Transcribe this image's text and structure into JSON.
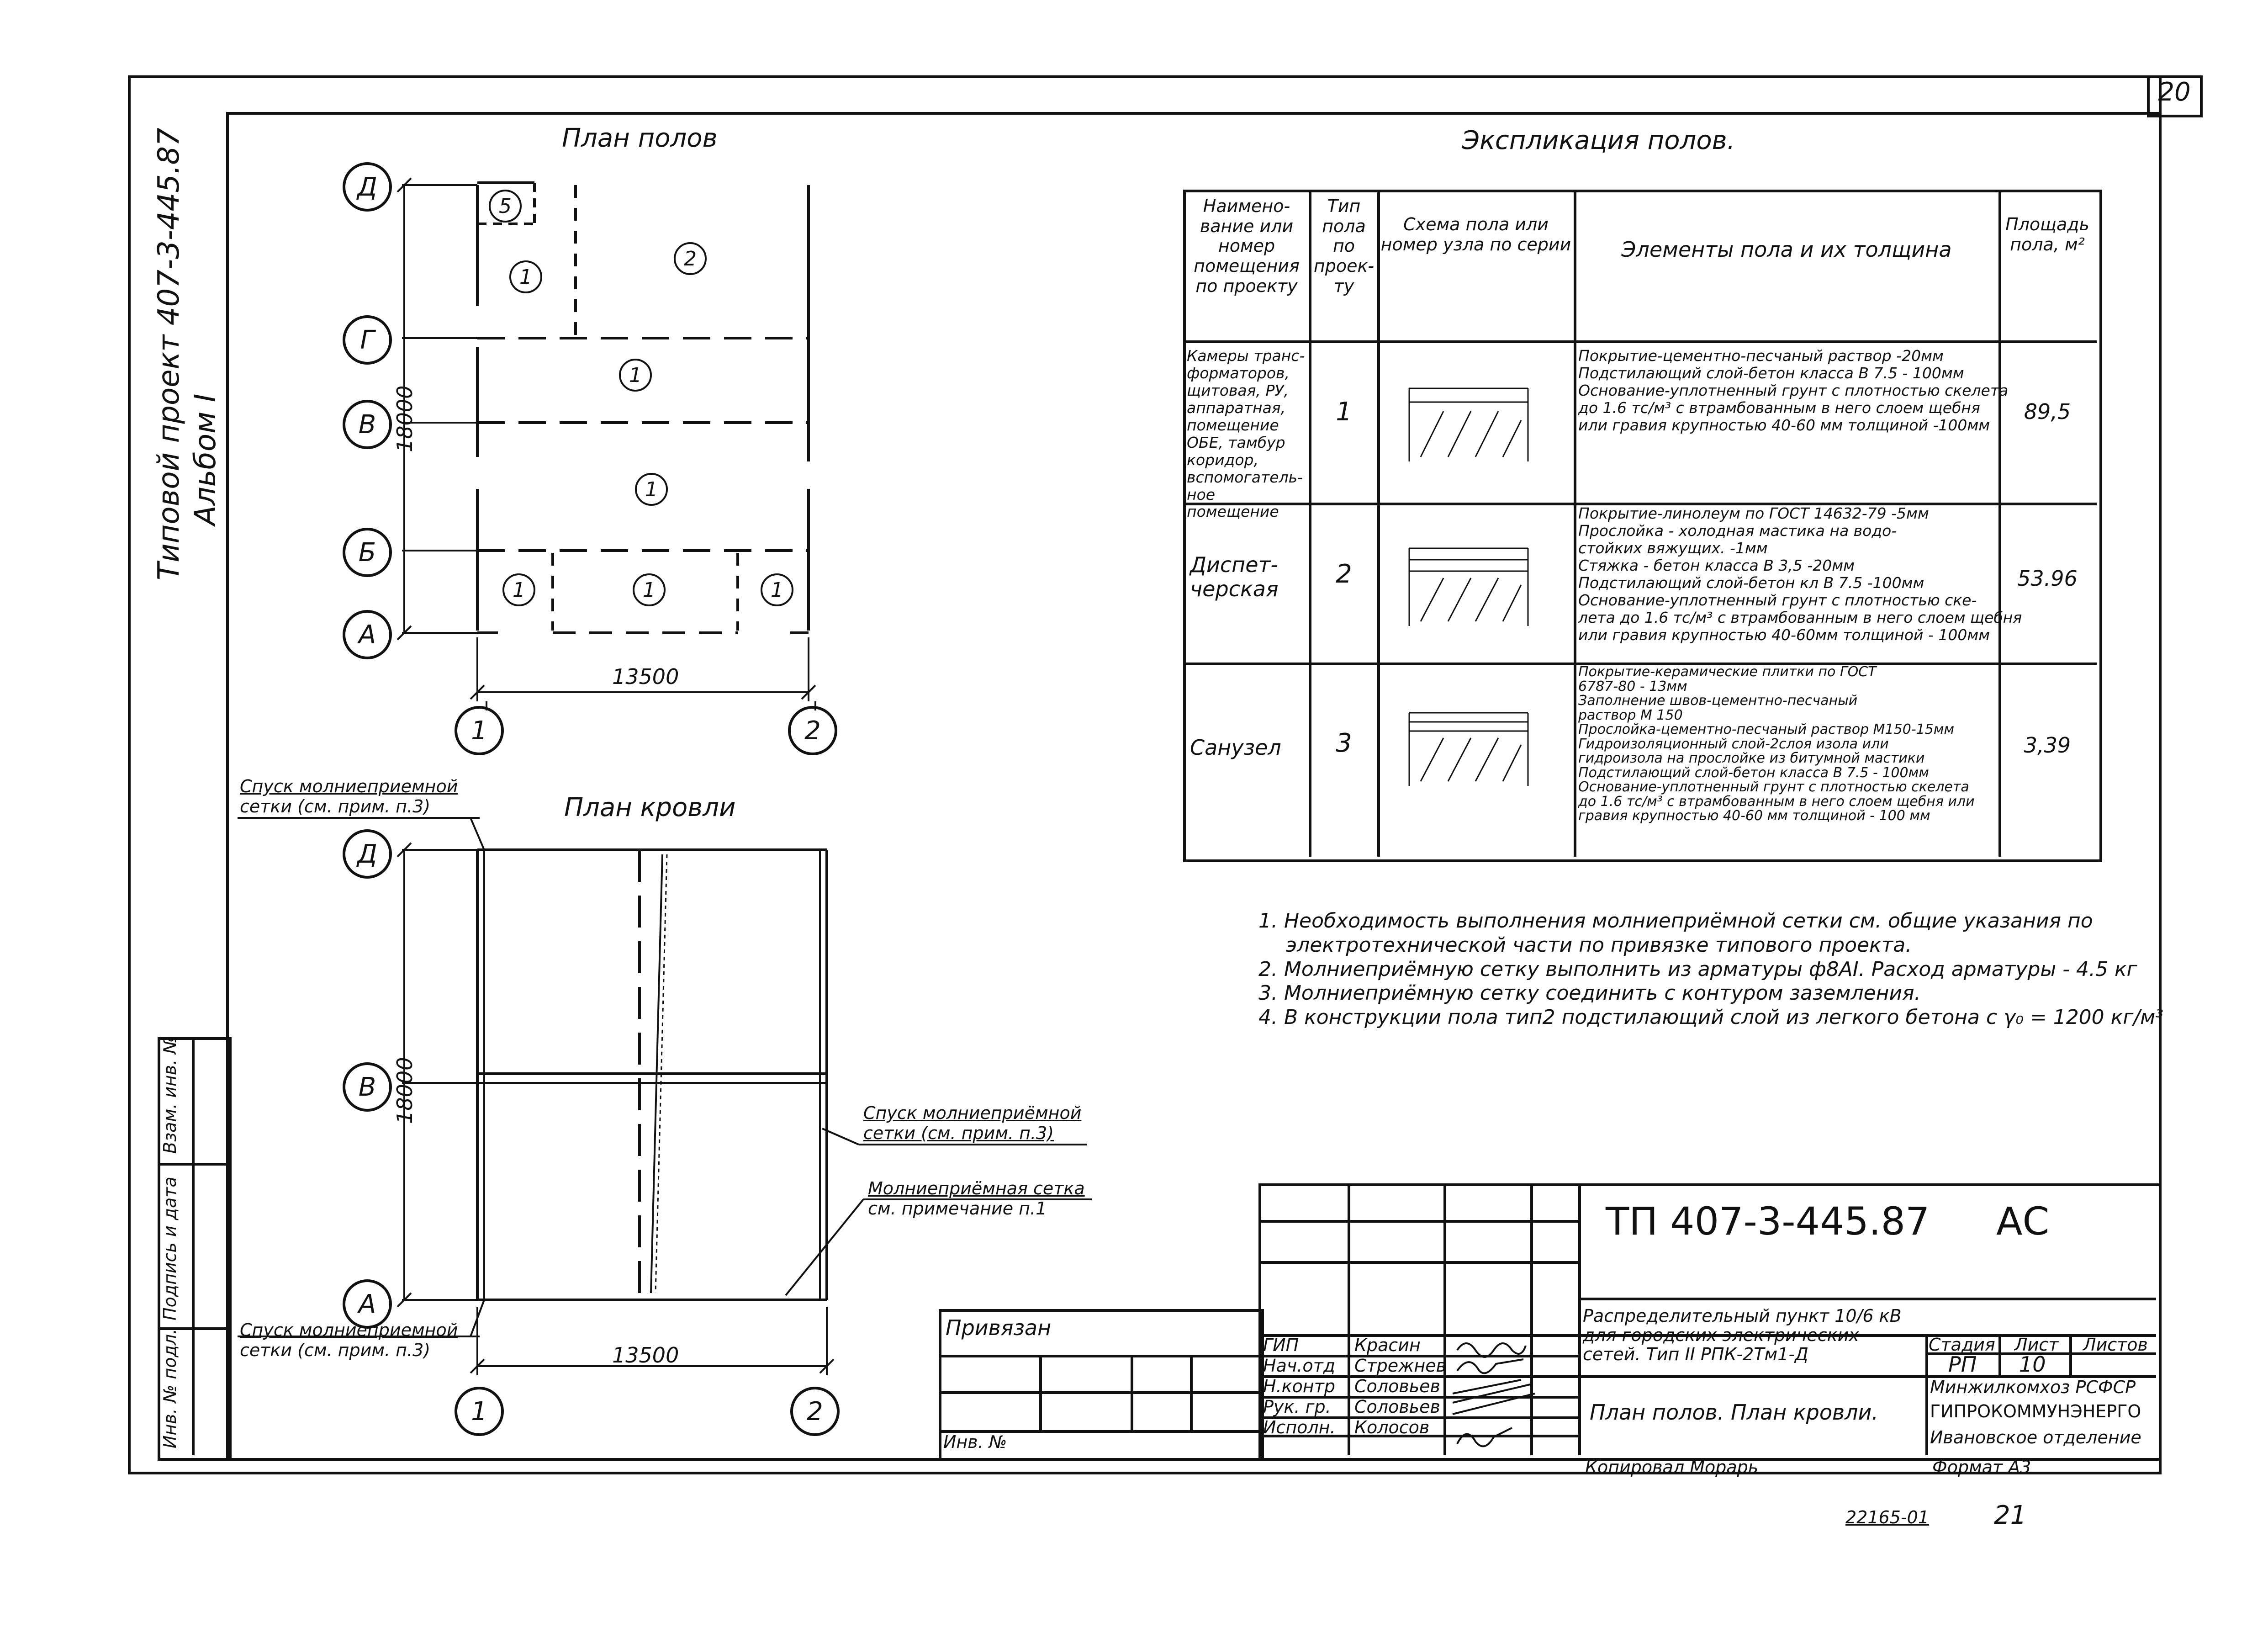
{
  "sheet_number": "20",
  "side_title": {
    "line1": "Типовой проект 407-3-445.87",
    "line2": "Альбом I"
  },
  "floor_plan": {
    "title": "План полов",
    "axes_rows": [
      "Д",
      "Г",
      "В",
      "Б",
      "А"
    ],
    "axes_cols": [
      "1",
      "2"
    ],
    "dim_width": "13500",
    "dim_height": "18000",
    "room_marks": [
      "5",
      "1",
      "2",
      "1",
      "1",
      "1",
      "1",
      "1"
    ]
  },
  "roof_plan": {
    "title": "План кровли",
    "axes_rows": [
      "Д",
      "В",
      "А"
    ],
    "axes_cols": [
      "1",
      "2"
    ],
    "dim_width": "13500",
    "dim_height": "18000",
    "callout_top_left": [
      "Спуск молниеприемной",
      "сетки (см. прим. п.3)"
    ],
    "callout_right_1": [
      "Спуск молниеприёмной",
      "сетки (см. прим. п.3)"
    ],
    "callout_right_2": [
      "Молниеприёмная сетка",
      "см. примечание п.1"
    ],
    "callout_bottom_left": [
      "Спуск молниеприемной",
      "сетки (см. прим. п.3)"
    ]
  },
  "explication": {
    "title": "Экспликация полов.",
    "headers": [
      "Наимено- вание или номер помещения по проекту",
      "Тип пола по проек- ту",
      "Схема пола или номер узла по серии",
      "Элементы пола и их толщина",
      "Площадь пола, м²"
    ],
    "rows": [
      {
        "room": "Камеры транс- форматоров, щитовая, РУ, аппаратная, помещение ОБЕ, тамбур коридор, вспомогатель- ное помещение",
        "type": "1",
        "elements": [
          "Покрытие-цементно-песчаный раствор -20мм",
          "Подстилающий слой-бетон класса В 7.5 - 100мм",
          "Основание-уплотненный грунт с плотностью скелета",
          "до 1.6 тс/м³ с втрамбованным в него слоем щебня",
          "или гравия крупностью 40-60 мм толщиной -100мм"
        ],
        "area": "89,5"
      },
      {
        "room": "Диспет- черская",
        "type": "2",
        "elements": [
          "Покрытие-линолеум по ГОСТ 14632-79      -5мм",
          "Прослойка - холодная мастика на водо-",
          "стойких вяжущих.                          -1мм",
          "Стяжка - бетон класса В 3,5        -20мм",
          "Подстилающий слой-бетон кл В 7.5 -100мм",
          "Основание-уплотненный грунт с плотностью ске-",
          "лета до 1.6 тс/м³ с втрамбованным в него слоем щебня",
          "или гравия крупностью 40-60мм толщиной - 100мм"
        ],
        "area": "53.96"
      },
      {
        "room": "Санузел",
        "type": "3",
        "elements": [
          "Покрытие-керамические плитки по ГОСТ",
          "6787-80                                          - 13мм",
          "Заполнение швов-цементно-песчаный",
          "раствор М 150",
          "Прослойка-цементно-песчаный раствор М150-15мм",
          "Гидроизоляционный слой-2слоя изола или",
          "гидроизола на прослойке из битумной мастики",
          "Подстилающий слой-бетон класса В 7.5 - 100мм",
          "Основание-уплотненный грунт с плотностью скелета",
          "до 1.6 тс/м³ с втрамбованным в него слоем щебня или",
          "гравия крупностью 40-60 мм толщиной - 100 мм"
        ],
        "area": "3,39"
      }
    ]
  },
  "notes": [
    "1. Необходимость выполнения молниеприёмной сетки см. общие указания по",
    "электротехнической части по привязке типового проекта.",
    "2. Молниеприёмную сетку выполнить из арматуры ф8АI. Расход арматуры - 4.5 кг",
    "3. Молниеприёмную сетку соединить с контуром заземления.",
    "4. В конструкции пола тип2  подстилающий слой из легкого бетона с γ₀ = 1200 кг/м³"
  ],
  "left_stamp": [
    "Взам. инв. №",
    "Подпись и дата",
    "Инв. № подл."
  ],
  "title_block": {
    "code": "ТП 407-3-445.87",
    "mark": "АС",
    "privyazan": "Привязан",
    "inv_no": "Инв. №",
    "roles": [
      "ГИП",
      "Нач.отд",
      "Н.контр",
      "Рук. гр.",
      "Исполн."
    ],
    "names": [
      "Красин",
      "Стрежнев",
      "Соловьев",
      "Соловьев",
      "Колосов"
    ],
    "object_name": "Распределительный пункт 10/6 кВ для городских электрических сетей. Тип II РПК-2Тм1-Д",
    "sheet_title": "План полов.  План кровли.",
    "stage_label": "Стадия",
    "sheet_label": "Лист",
    "sheets_label": "Листов",
    "stage": "РП",
    "sheet": "10",
    "org_line1": "Минжилкомхоз РСФСР",
    "org_line2": "ГИПРОКОММУНЭНЕРГО",
    "org_line3": "Ивановское отделение",
    "copied_by": "Копировал  Морарь",
    "format": "Формат А3"
  },
  "footer_number": "22165-01",
  "footer_page": "21"
}
